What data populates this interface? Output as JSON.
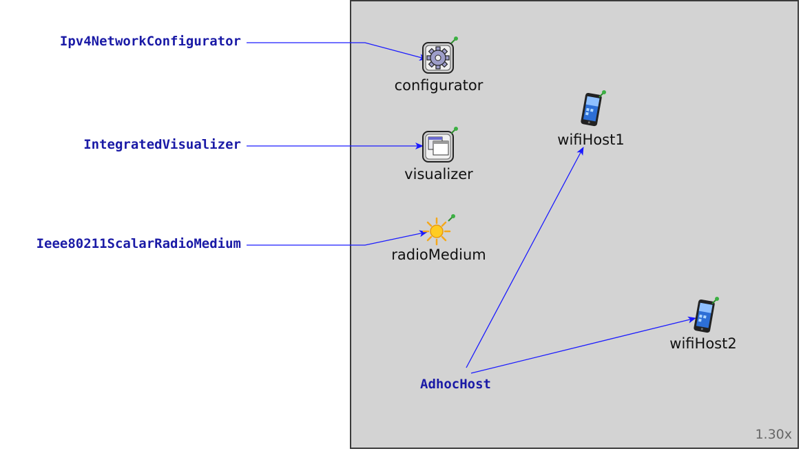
{
  "annotations": {
    "configurator_type": "Ipv4NetworkConfigurator",
    "visualizer_type": "IntegratedVisualizer",
    "radio_medium_type": "Ieee80211ScalarRadioMedium",
    "host_type": "AdhocHost"
  },
  "nodes": {
    "configurator": "configurator",
    "visualizer": "visualizer",
    "radio_medium": "radioMedium",
    "wifi_host1": "wifiHost1",
    "wifi_host2": "wifiHost2"
  },
  "canvas": {
    "zoom": "1.30x"
  },
  "colors": {
    "annotation": "#1a1aa6",
    "arrow": "#1a1aff",
    "canvas_bg": "#d3d3d3",
    "pin": "#2e8b2e"
  },
  "icons": {
    "configurator": "gear-icon",
    "visualizer": "window-icon",
    "radio_medium": "sun-icon",
    "host": "phone-icon"
  }
}
